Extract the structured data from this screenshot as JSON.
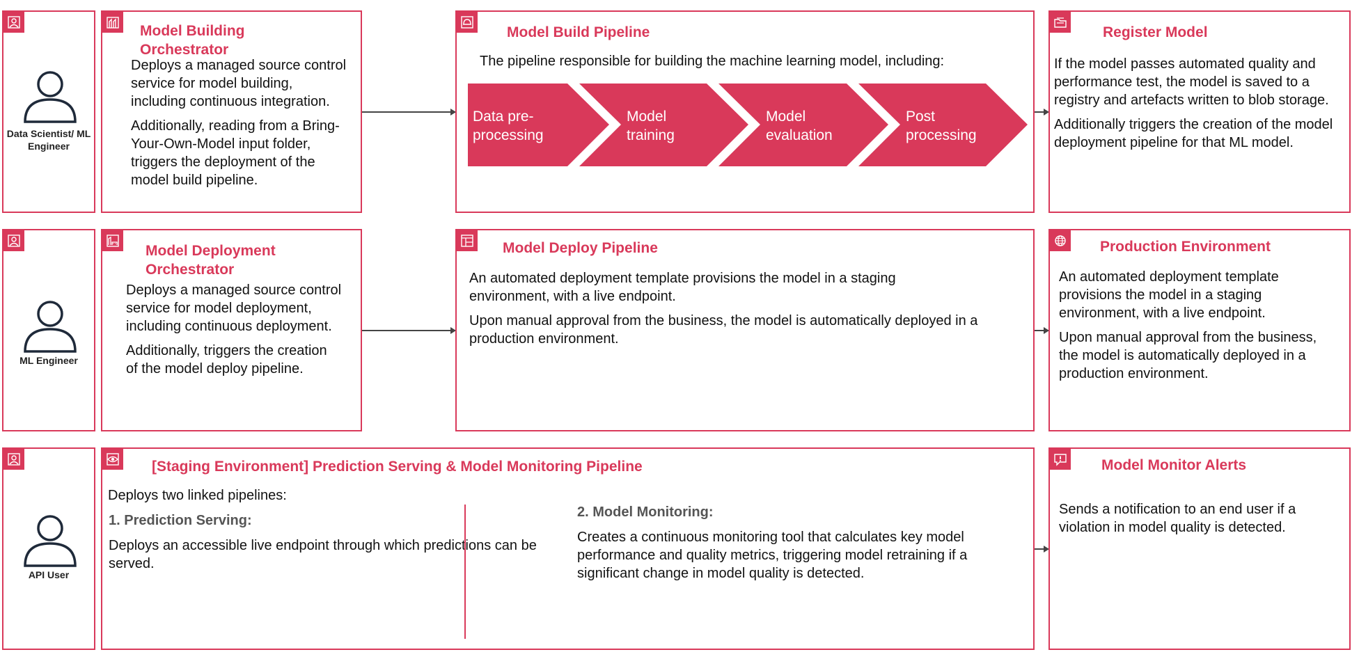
{
  "actors": [
    {
      "label": "Data Scientist/ ML Engineer",
      "icon": "user-icon"
    },
    {
      "label": "ML Engineer",
      "icon": "user-icon"
    },
    {
      "label": "API User",
      "icon": "user-icon"
    }
  ],
  "model_building_orchestrator": {
    "title": "Model Building Orchestrator",
    "icon": "building-icon",
    "p1": "Deploys a managed source control service for model building, including continuous integration.",
    "p2": "Additionally, reading from a Bring-Your-Own-Model input folder, triggers the deployment of the model build pipeline."
  },
  "model_build_pipeline": {
    "title": "Model Build Pipeline",
    "icon": "hard-hat-icon",
    "description": "The pipeline responsible for building the machine learning model, including:",
    "steps": [
      "Data pre-processing",
      "Model training",
      "Model evaluation",
      "Post processing"
    ]
  },
  "register_model": {
    "title": "Register Model",
    "icon": "folder-icon",
    "p1": "If the model passes automated quality and performance test, the model is saved to a registry and artefacts written to blob storage.",
    "p2": "Additionally triggers the creation of the model deployment pipeline for that ML model."
  },
  "model_deployment_orchestrator": {
    "title": "Model Deployment Orchestrator",
    "icon": "factory-icon",
    "p1": "Deploys a managed source control service for model deployment, including continuous deployment.",
    "p2": "Additionally, triggers the creation of the model deploy pipeline."
  },
  "model_deploy_pipeline": {
    "title": "Model Deploy Pipeline",
    "icon": "layout-icon",
    "p1": "An automated deployment template provisions the model in a staging environment, with a live endpoint.",
    "p2": "Upon manual approval from the business, the model is automatically deployed in a production environment."
  },
  "production_environment": {
    "title": "Production Environment",
    "icon": "globe-icon",
    "p1": "An automated deployment template provisions the model in a staging environment, with a live endpoint.",
    "p2": "Upon manual approval from the business, the model is automatically deployed in a production environment."
  },
  "staging_pipeline": {
    "title": "[Staging Environment] Prediction Serving & Model Monitoring Pipeline",
    "icon": "eye-icon",
    "intro": "Deploys two linked pipelines:",
    "serving_heading": "1. Prediction Serving:",
    "serving_text": "Deploys an accessible live endpoint through which predictions can be served.",
    "monitoring_heading": "2. Model Monitoring:",
    "monitoring_text": "Creates a continuous monitoring tool that calculates key model performance and quality metrics, triggering model retraining if a significant change in model quality is detected."
  },
  "model_monitor_alerts": {
    "title": "Model Monitor Alerts",
    "icon": "alert-icon",
    "text": "Sends a notification to an end user if a violation in model quality is detected."
  },
  "colors": {
    "accent": "#d9395a",
    "text": "#111111",
    "subheading": "#555555"
  }
}
